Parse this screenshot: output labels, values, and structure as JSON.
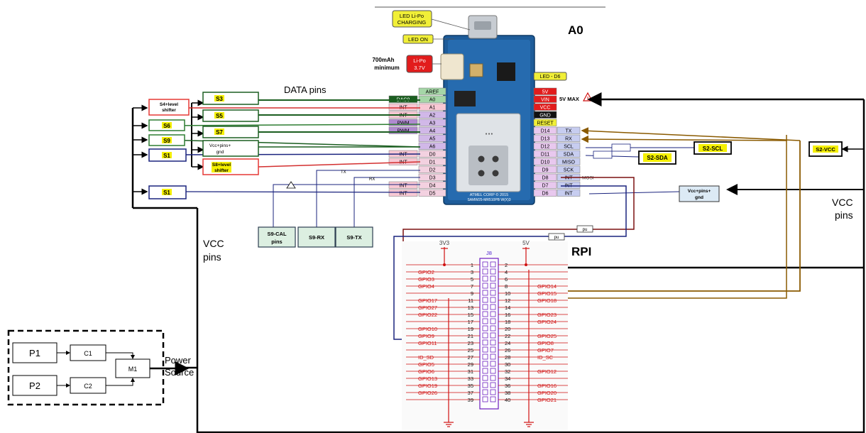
{
  "labels": {
    "a0": "A0",
    "rpi": "RPI",
    "data_pins": "DATA pins",
    "vcc_pins_left_1": "VCC",
    "vcc_pins_left_2": "pins",
    "vcc_pins_right_1": "VCC",
    "vcc_pins_right_2": "pins",
    "power_source_1": "Power",
    "power_source_2": "Source",
    "warn_text": "5V MAX"
  },
  "board_notes": {
    "led_lipo": [
      "LED Li-Po",
      "CHARGING"
    ],
    "led_on": "LED ON",
    "lipo": [
      "Li-Po",
      "3.7V"
    ],
    "lipo_capacity": [
      "700mAh",
      "minimum"
    ],
    "led_d6": "LED - D6",
    "brand": [
      "ATMEL CORP © 2015",
      "SAMW25-MR510PB W(X)3"
    ]
  },
  "left_pins": [
    {
      "name": "AREF",
      "tag": ""
    },
    {
      "name": "A0",
      "tag": "DAC0"
    },
    {
      "name": "A1",
      "tag": "INT"
    },
    {
      "name": "A2",
      "tag": "INT"
    },
    {
      "name": "A3",
      "tag": "PWM"
    },
    {
      "name": "A4",
      "tag": "PWM"
    },
    {
      "name": "A5",
      "tag": ""
    },
    {
      "name": "A6",
      "tag": ""
    },
    {
      "name": "D0",
      "tag": "INT"
    },
    {
      "name": "D1",
      "tag": "INT"
    },
    {
      "name": "D2",
      "tag": ""
    },
    {
      "name": "D3",
      "tag": ""
    },
    {
      "name": "D4",
      "tag": "INT"
    },
    {
      "name": "D5",
      "tag": "INT"
    }
  ],
  "right_pins": [
    {
      "name": "5V",
      "tag": ""
    },
    {
      "name": "VIN",
      "tag": ""
    },
    {
      "name": "VCC",
      "tag": ""
    },
    {
      "name": "GND",
      "tag": ""
    },
    {
      "name": "RESET",
      "tag": ""
    },
    {
      "name": "D14",
      "tag": "TX"
    },
    {
      "name": "D13",
      "tag": "RX"
    },
    {
      "name": "D12",
      "tag": "SCL"
    },
    {
      "name": "D11",
      "tag": "SDA"
    },
    {
      "name": "D10",
      "tag": "MISO"
    },
    {
      "name": "D9",
      "tag": "SCK"
    },
    {
      "name": "D8",
      "tag": "INT"
    },
    {
      "name": "D7",
      "tag": "INT"
    },
    {
      "name": "D6",
      "tag": "INT"
    }
  ],
  "right_extra": {
    "mosi": "MOSI"
  },
  "sensors": {
    "s4": [
      "S4+level",
      "shifter"
    ],
    "s6": "S6",
    "s9": "S9",
    "s1a": "S1",
    "s1b": "S1",
    "s3": "S3",
    "s5": "S5",
    "s7": "S7",
    "vcc_gnd_mid": [
      "Vcc+pins+",
      "gnd"
    ],
    "s8": [
      "S8+level",
      "shifter"
    ],
    "s9_cal": [
      "S9-CAL",
      "pins"
    ],
    "s9_rx": "S9-RX",
    "s9_tx": "S9-TX",
    "s2_scl": "S2-SCL",
    "s2_sda": "S2-SDA",
    "s2_vcc": "S2-VCC",
    "vcc_gnd_right": [
      "Vcc+pins+",
      "gnd"
    ]
  },
  "wire_tags": {
    "tx": "TX",
    "rx": "RX",
    "pu1": "pu",
    "pu2": "pu"
  },
  "header": {
    "title": "J8",
    "rail_left": "3V3",
    "rail_right": "5V",
    "left_pin_numbers": [
      "1",
      "3",
      "5",
      "7",
      "9",
      "11",
      "13",
      "15",
      "17",
      "19",
      "21",
      "23",
      "25",
      "27",
      "29",
      "31",
      "33",
      "35",
      "37",
      "39"
    ],
    "right_pin_numbers": [
      "2",
      "4",
      "6",
      "8",
      "10",
      "12",
      "14",
      "16",
      "18",
      "20",
      "22",
      "24",
      "26",
      "28",
      "30",
      "32",
      "34",
      "36",
      "38",
      "40"
    ],
    "left_labels": [
      "",
      "GPIO2",
      "GPIO3",
      "GPIO4",
      "",
      "GPIO17",
      "GPIO27",
      "GPIO22",
      "",
      "GPIO10",
      "GPIO9",
      "GPIO11",
      "",
      "ID_SD",
      "GPIO5",
      "GPIO6",
      "GPIO13",
      "GPIO19",
      "GPIO26",
      ""
    ],
    "right_labels": [
      "",
      "",
      "",
      "GPIO14",
      "GPIO15",
      "GPIO18",
      "",
      "GPIO23",
      "GPIO24",
      "",
      "GPIO25",
      "GPIO8",
      "GPIO7",
      "ID_SC",
      "",
      "GPIO12",
      "",
      "GPIO16",
      "GPIO20",
      "GPIO21"
    ]
  },
  "power": {
    "p1": "P1",
    "p2": "P2",
    "c1": "C1",
    "c2": "C2",
    "m1": "M1"
  }
}
